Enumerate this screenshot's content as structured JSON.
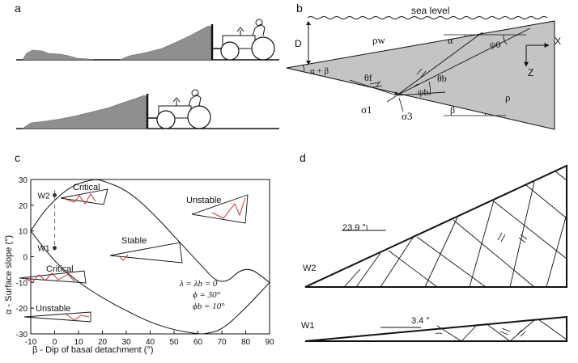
{
  "panels": {
    "a": {
      "label": "a"
    },
    "b": {
      "label": "b",
      "sea_level": "sea level",
      "D": "D",
      "rho_w": "ρw",
      "rho": "ρ",
      "alpha": "α",
      "beta": "β",
      "alpha_plus_beta": "α + β",
      "psi0": "ψ0",
      "psib": "ψb",
      "theta_f": "θf",
      "theta_b": "θb",
      "sigma1": "σ1",
      "sigma3": "σ3",
      "X": "X",
      "Z": "Z"
    },
    "c": {
      "label": "c",
      "w1": "W1",
      "w2": "W2",
      "critical_top": "Critical",
      "critical_left": "Critical",
      "unstable_top": "Unstable",
      "unstable_bottom": "Unstable",
      "stable": "Stable",
      "eq1": "λ = λb = 0",
      "eq2": "ϕ = 30°",
      "eq3": "ϕb = 10°"
    },
    "d": {
      "label": "d",
      "w2": "W2",
      "w1": "W1",
      "angle_w2": "23.9 °",
      "angle_w1": "3.4 °"
    }
  },
  "chart_data": {
    "type": "line",
    "xlabel": "β - Dip of basal detachment (°)",
    "ylabel": "α - Surface slope (°)",
    "xlim": [
      -10,
      90
    ],
    "ylim": [
      -30,
      30
    ],
    "xticks": [
      "-10",
      "0",
      "10",
      "20",
      "30",
      "40",
      "50",
      "60",
      "70",
      "80",
      "90"
    ],
    "yticks": [
      "30",
      "20",
      "10",
      "0",
      "-10",
      "-20",
      "-30"
    ],
    "series": [
      {
        "x": [
          -10,
          -5,
          0,
          5,
          10,
          15,
          17,
          20,
          30,
          40,
          50,
          60,
          70,
          80,
          90
        ],
        "values": [
          10,
          17,
          22,
          26,
          28.5,
          29.7,
          30,
          29.6,
          26,
          18,
          8,
          -2,
          -12,
          -3,
          -10
        ]
      },
      {
        "x": [
          -10,
          0,
          10,
          20,
          30,
          40,
          50,
          60,
          63,
          70,
          80,
          90
        ],
        "values": [
          10,
          -2,
          -10,
          -16,
          -21,
          -25.5,
          -28.5,
          -30,
          -30,
          -28.5,
          -20,
          -10
        ]
      }
    ],
    "points": [
      {
        "label": "W1",
        "x": 0,
        "y": 3.4
      },
      {
        "label": "W2",
        "x": 0,
        "y": 23.9
      }
    ]
  }
}
